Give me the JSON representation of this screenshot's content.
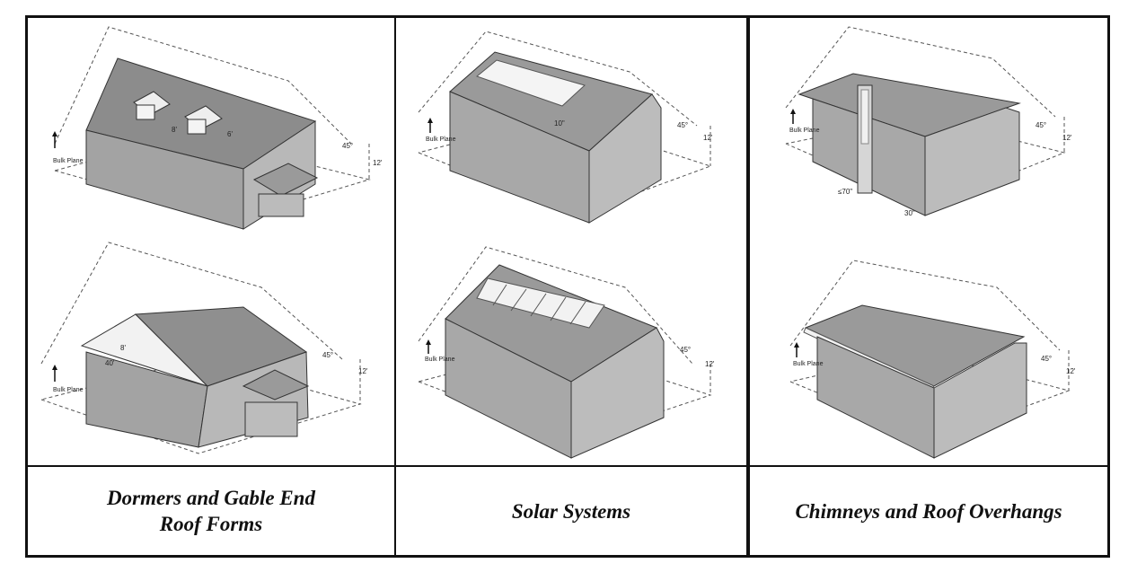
{
  "panels": [
    {
      "caption_line1": "Dormers and Gable End",
      "caption_line2": "Roof Forms",
      "top": {
        "bulk_plane": "Bulk Plane",
        "angle": "45°",
        "height": "12'",
        "dim_a": "8'",
        "dim_b": "6'"
      },
      "bottom": {
        "bulk_plane": "Bulk Plane",
        "angle": "45°",
        "height": "12'",
        "dim_a": "8'",
        "dim_b": "40'"
      }
    },
    {
      "caption_line1": "Solar Systems",
      "top": {
        "bulk_plane": "Bulk Plane",
        "angle": "45°",
        "height": "12'",
        "dim_a": "10\""
      },
      "bottom": {
        "bulk_plane": "Bulk Plane",
        "angle": "45°",
        "height": "12'"
      }
    },
    {
      "caption_line1": "Chimneys and Roof Overhangs",
      "top": {
        "bulk_plane": "Bulk Plane",
        "angle": "45°",
        "height": "12'",
        "dim_a": "≤70\"",
        "dim_b": "30\""
      },
      "bottom": {
        "bulk_plane": "Bulk Plane",
        "angle": "45°",
        "height": "12'"
      }
    }
  ]
}
